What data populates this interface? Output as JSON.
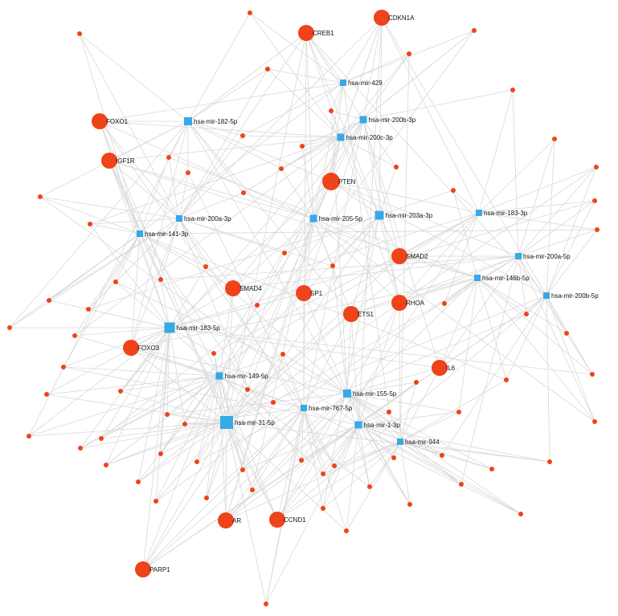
{
  "colors": {
    "gene_node": "#ef4319",
    "mirna_node": "#36a9e6",
    "edge": "#d9d9d9",
    "label": "#111111"
  },
  "genes": [
    {
      "id": "CREB1",
      "label": "CREB1"
    },
    {
      "id": "CDKN1A",
      "label": "CDKN1A"
    },
    {
      "id": "FOXO1",
      "label": "FOXO1"
    },
    {
      "id": "IGF1R",
      "label": "IGF1R"
    },
    {
      "id": "PTEN",
      "label": "PTEN"
    },
    {
      "id": "SMAD2",
      "label": "SMAD2"
    },
    {
      "id": "SMAD4",
      "label": "SMAD4"
    },
    {
      "id": "SP1",
      "label": "SP1"
    },
    {
      "id": "RHOA",
      "label": "RHOA"
    },
    {
      "id": "ETS1",
      "label": "ETS1"
    },
    {
      "id": "FOXO3",
      "label": "FOXO3"
    },
    {
      "id": "IL6",
      "label": "IL6"
    },
    {
      "id": "AR",
      "label": "AR"
    },
    {
      "id": "CCND1",
      "label": "CCND1"
    },
    {
      "id": "PARP1",
      "label": "PARP1"
    }
  ],
  "mirnas": [
    {
      "id": "m429",
      "label": "hsa-mir-429"
    },
    {
      "id": "m182",
      "label": "hsa-mir-182-5p"
    },
    {
      "id": "m200b3",
      "label": "hsa-mir-200b-3p"
    },
    {
      "id": "m200c3",
      "label": "hsa-mir-200c-3p"
    },
    {
      "id": "m200a3",
      "label": "hsa-mir-200a-3p"
    },
    {
      "id": "m205",
      "label": "hsa-mir-205-5p"
    },
    {
      "id": "m203",
      "label": "hsa-mir-203a-3p"
    },
    {
      "id": "m183_3",
      "label": "hsa-mir-183-3p"
    },
    {
      "id": "m141",
      "label": "hsa-mir-141-3p"
    },
    {
      "id": "m200a5",
      "label": "hsa-mir-200a-5p"
    },
    {
      "id": "m146",
      "label": "hsa-mir-146b-5p"
    },
    {
      "id": "m200b5",
      "label": "hsa-mir-200b-5p"
    },
    {
      "id": "m183_5",
      "label": "hsa-mir-183-5p"
    },
    {
      "id": "m149",
      "label": "hsa-mir-149-5p"
    },
    {
      "id": "m155",
      "label": "hsa-mir-155-5p"
    },
    {
      "id": "m767",
      "label": "hsa-mir-767-5p"
    },
    {
      "id": "m31",
      "label": "hsa-mir-31-5p"
    },
    {
      "id": "m1",
      "label": "hsa-mir-1-3p"
    },
    {
      "id": "m944",
      "label": "hsa-mir-944"
    }
  ],
  "minor_node_count": 74
}
